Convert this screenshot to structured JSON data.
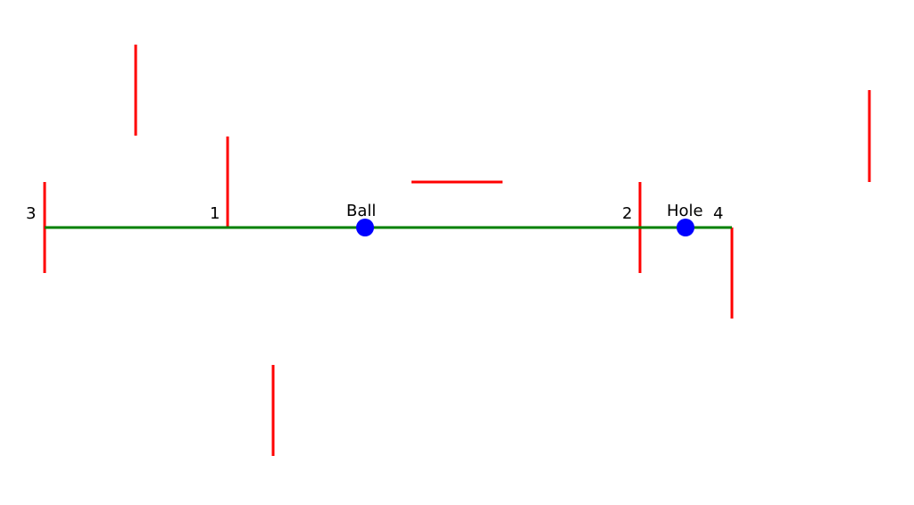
{
  "colors": {
    "wall": "#ff0000",
    "path": "#008000",
    "marker": "#0000ff",
    "text": "#000000",
    "background": "#ffffff"
  },
  "markers": {
    "ball": "Ball",
    "hole": "Hole"
  },
  "labels": {
    "n1": "1",
    "n2": "2",
    "n3": "3",
    "n4": "4"
  }
}
